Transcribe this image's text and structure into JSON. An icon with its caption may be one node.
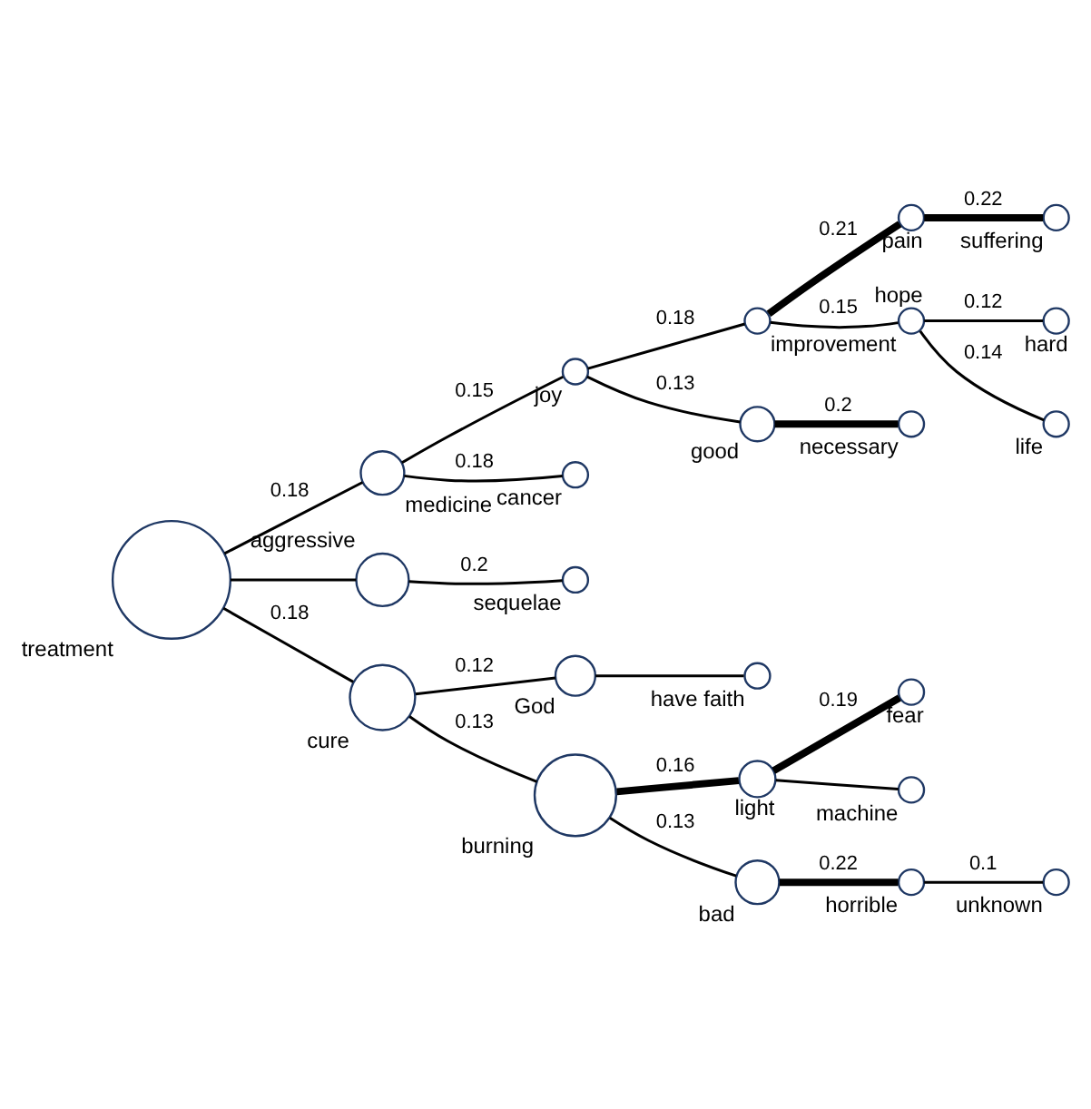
{
  "diagram": {
    "nodes": [
      {
        "text": [],
        "shape": "circle",
        "beside": [
          "suffering"
        ]
      },
      {
        "text": [],
        "shape": "circle",
        "beside": [
          "hard"
        ]
      },
      {
        "text": [],
        "shape": "circle",
        "beside": [
          "pain"
        ]
      },
      {
        "text": [],
        "shape": "circle",
        "beside": [
          "life"
        ]
      },
      {
        "text": [],
        "shape": "circle",
        "beside": [
          "joy"
        ]
      },
      {
        "text": [],
        "shape": "circle",
        "beside": [
          "improvement"
        ]
      },
      {
        "text": [],
        "shape": "circle",
        "beside": [
          "hope"
        ]
      },
      {
        "text": [],
        "shape": "circle",
        "beside": [
          "cancer"
        ]
      },
      {
        "text": [],
        "shape": "circle",
        "beside": [
          "sequelae"
        ]
      },
      {
        "text": [],
        "shape": "circle",
        "beside": [
          "good"
        ]
      },
      {
        "text": [],
        "shape": "circle",
        "beside": [
          "medicine"
        ]
      },
      {
        "text": [],
        "shape": "circle",
        "beside": [
          "aggressive"
        ]
      },
      {
        "text": [],
        "shape": "circle",
        "beside": [
          "necessary"
        ]
      },
      {
        "text": [],
        "shape": "circle",
        "beside": [
          "treatment"
        ]
      },
      {
        "text": [],
        "shape": "circle",
        "beside": [
          "have faith"
        ]
      },
      {
        "text": [],
        "shape": "circle",
        "beside": [
          "God"
        ]
      },
      {
        "text": [],
        "shape": "circle",
        "beside": [
          "cure"
        ]
      },
      {
        "text": [],
        "shape": "circle",
        "beside": [
          "burning"
        ]
      },
      {
        "text": [],
        "shape": "circle",
        "beside": [
          "light"
        ]
      },
      {
        "text": [],
        "shape": "circle",
        "beside": [
          "fear"
        ]
      },
      {
        "text": [],
        "shape": "circle",
        "beside": [
          "bad"
        ]
      },
      {
        "text": [],
        "shape": "circle",
        "beside": [
          "horrible"
        ]
      },
      {
        "text": [],
        "shape": "circle",
        "beside": [
          "machine"
        ]
      },
      {
        "text": [],
        "shape": "circle",
        "beside": [
          "unknown"
        ]
      }
    ],
    "edges": [
      {
        "from": 2,
        "to": 0,
        "arrow": "none",
        "label": "0.22",
        "style": "thick"
      },
      {
        "from": 5,
        "to": 2,
        "arrow": "none",
        "label": "0.21",
        "style": "thick"
      },
      {
        "from": 5,
        "to": 6,
        "arrow": "none",
        "label": "0.15"
      },
      {
        "from": 6,
        "to": 1,
        "arrow": "none",
        "label": "0.12"
      },
      {
        "from": 6,
        "to": 3,
        "arrow": "none",
        "label": "0.14"
      },
      {
        "from": 4,
        "to": 5,
        "arrow": "none",
        "label": "0.18"
      },
      {
        "from": 10,
        "to": 4,
        "arrow": "none",
        "label": "0.15"
      },
      {
        "from": 4,
        "to": 9,
        "arrow": "none",
        "label": "0.13"
      },
      {
        "from": 9,
        "to": 12,
        "arrow": "none",
        "label": "0.2",
        "style": "thick"
      },
      {
        "from": 10,
        "to": 7,
        "arrow": "none",
        "label": "0.18"
      },
      {
        "from": 13,
        "to": 10,
        "arrow": "none",
        "label": "0.18"
      },
      {
        "from": 13,
        "to": 11,
        "arrow": "none"
      },
      {
        "from": 11,
        "to": 8,
        "arrow": "none",
        "label": "0.2"
      },
      {
        "from": 13,
        "to": 16,
        "arrow": "none",
        "label": "0.18"
      },
      {
        "from": 16,
        "to": 15,
        "arrow": "none",
        "label": "0.12"
      },
      {
        "from": 15,
        "to": 14,
        "arrow": "none"
      },
      {
        "from": 16,
        "to": 17,
        "arrow": "none",
        "label": "0.13"
      },
      {
        "from": 17,
        "to": 18,
        "arrow": "none",
        "label": "0.16",
        "style": "thick"
      },
      {
        "from": 18,
        "to": 19,
        "arrow": "none",
        "label": "0.19",
        "style": "thick"
      },
      {
        "from": 18,
        "to": 22,
        "arrow": "none"
      },
      {
        "from": 17,
        "to": 20,
        "arrow": "none",
        "label": "0.13"
      },
      {
        "from": 20,
        "to": 21,
        "arrow": "none",
        "label": "0.22",
        "style": "thick"
      },
      {
        "from": 21,
        "to": 23,
        "arrow": "none",
        "label": "0.1"
      }
    ]
  }
}
